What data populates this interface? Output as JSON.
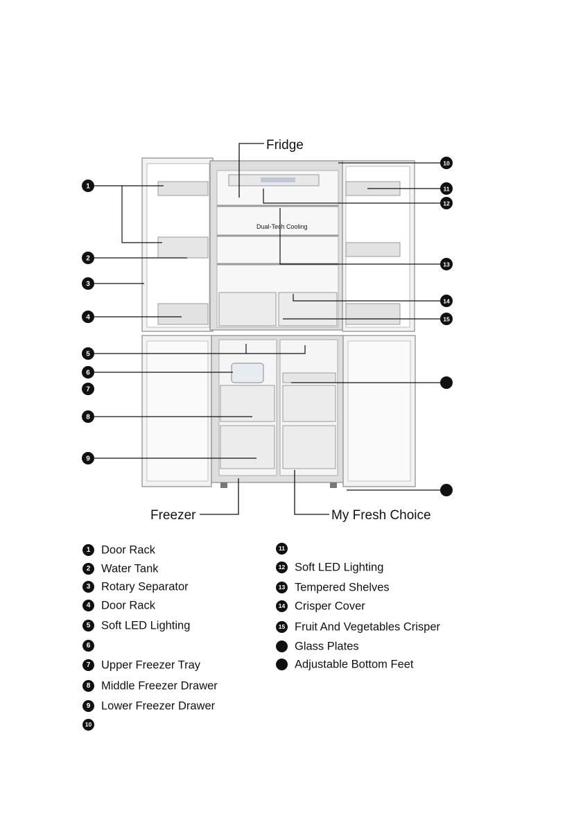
{
  "zones": {
    "fridge": "Fridge",
    "freezer": "Freezer",
    "fresh_choice": "My Fresh Choice"
  },
  "panel": {
    "logo": "Dual-Tech Cooling"
  },
  "callouts": {
    "n1": "1",
    "n2": "2",
    "n3": "3",
    "n4": "4",
    "n5": "5",
    "n6": "6",
    "n7": "7",
    "n8": "8",
    "n9": "9",
    "n10": "10",
    "n11": "11",
    "n12": "12",
    "n13": "13",
    "n14": "14",
    "n15": "15"
  },
  "legend": [
    {
      "num": "1",
      "label": "Door Rack"
    },
    {
      "num": "2",
      "label": "Water Tank"
    },
    {
      "num": "3",
      "label": "Rotary Separator"
    },
    {
      "num": "4",
      "label": "Door Rack"
    },
    {
      "num": "5",
      "label": "Soft LED Lighting"
    },
    {
      "num": "6",
      "label": ""
    },
    {
      "num": "7",
      "label": "Upper Freezer Tray"
    },
    {
      "num": "8",
      "label": "Middle Freezer Drawer"
    },
    {
      "num": "9",
      "label": "Lower Freezer Drawer"
    },
    {
      "num": "10",
      "label": ""
    },
    {
      "num": "11",
      "label": ""
    },
    {
      "num": "12",
      "label": "Soft LED Lighting"
    },
    {
      "num": "13",
      "label": "Tempered Shelves"
    },
    {
      "num": "14",
      "label": "Crisper Cover"
    },
    {
      "num": "15",
      "label": "Fruit And Vegetables Crisper"
    },
    {
      "num": "",
      "label": "Glass Plates"
    },
    {
      "num": "",
      "label": "Adjustable Bottom Feet"
    }
  ],
  "colors": {
    "badge": "#111111",
    "cabinet": "#e9e9e9",
    "door": "#f4f4f4",
    "interior": "#f7f7f7",
    "outline": "#8a8a8a"
  }
}
